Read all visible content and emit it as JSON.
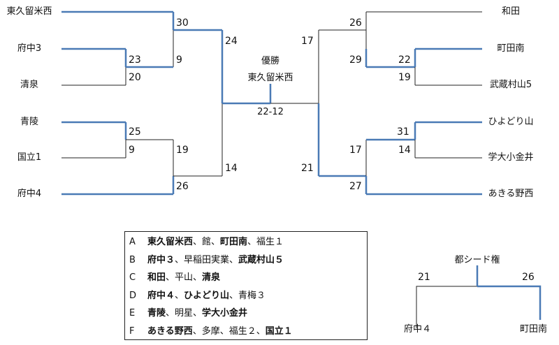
{
  "left_teams": [
    "東久留米西",
    "府中3",
    "清泉",
    "青陵",
    "国立1",
    "府中4"
  ],
  "right_teams": [
    "和田",
    "町田南",
    "武蔵村山5",
    "ひよどり山",
    "学大小金井",
    "あきる野西"
  ],
  "left_scores": {
    "r1_top": "30",
    "r1_bot": "9",
    "q1_top": "23",
    "q1_bot": "20",
    "q2_top": "25",
    "q2_bot": "9",
    "r1b_top": "19",
    "r1b_bot": "26",
    "semi_top": "24",
    "semi_bot": "14"
  },
  "right_scores": {
    "r1_top": "26",
    "r1_bot": "29",
    "q1_top": "22",
    "q1_bot": "19",
    "q2_top": "31",
    "q2_bot": "14",
    "r1b_top": "17",
    "r1b_bot": "27",
    "semi_top": "17",
    "semi_bot": "21"
  },
  "final": {
    "title": "優勝",
    "winner": "東久留米西",
    "score": "22-12"
  },
  "legend": [
    {
      "key": "A",
      "parts": [
        {
          "t": "東久留米西",
          "b": true
        },
        {
          "t": "、館、",
          "b": false
        },
        {
          "t": "町田南",
          "b": true
        },
        {
          "t": "、福生１",
          "b": false
        }
      ]
    },
    {
      "key": "B",
      "parts": [
        {
          "t": "府中３",
          "b": true
        },
        {
          "t": "、早稲田実業、",
          "b": false
        },
        {
          "t": "武蔵村山５",
          "b": true
        }
      ]
    },
    {
      "key": "C",
      "parts": [
        {
          "t": "和田",
          "b": true
        },
        {
          "t": "、平山、",
          "b": false
        },
        {
          "t": "清泉",
          "b": true
        }
      ]
    },
    {
      "key": "D",
      "parts": [
        {
          "t": "府中４",
          "b": true
        },
        {
          "t": "、",
          "b": false
        },
        {
          "t": "ひよどり山",
          "b": true
        },
        {
          "t": "、青梅３",
          "b": false
        }
      ]
    },
    {
      "key": "E",
      "parts": [
        {
          "t": "青陵",
          "b": true
        },
        {
          "t": "、明星、",
          "b": false
        },
        {
          "t": "学大小金井",
          "b": true
        }
      ]
    },
    {
      "key": "F",
      "parts": [
        {
          "t": "あきる野西",
          "b": true
        },
        {
          "t": "、多摩、福生２、",
          "b": false
        },
        {
          "t": "国立１",
          "b": true
        }
      ]
    }
  ],
  "seed": {
    "title": "都シード権",
    "left_score": "21",
    "right_score": "26",
    "left_team": "府中４",
    "right_team": "町田南"
  },
  "colors": {
    "winner_line": "#4a7ab5",
    "line": "#222222"
  }
}
